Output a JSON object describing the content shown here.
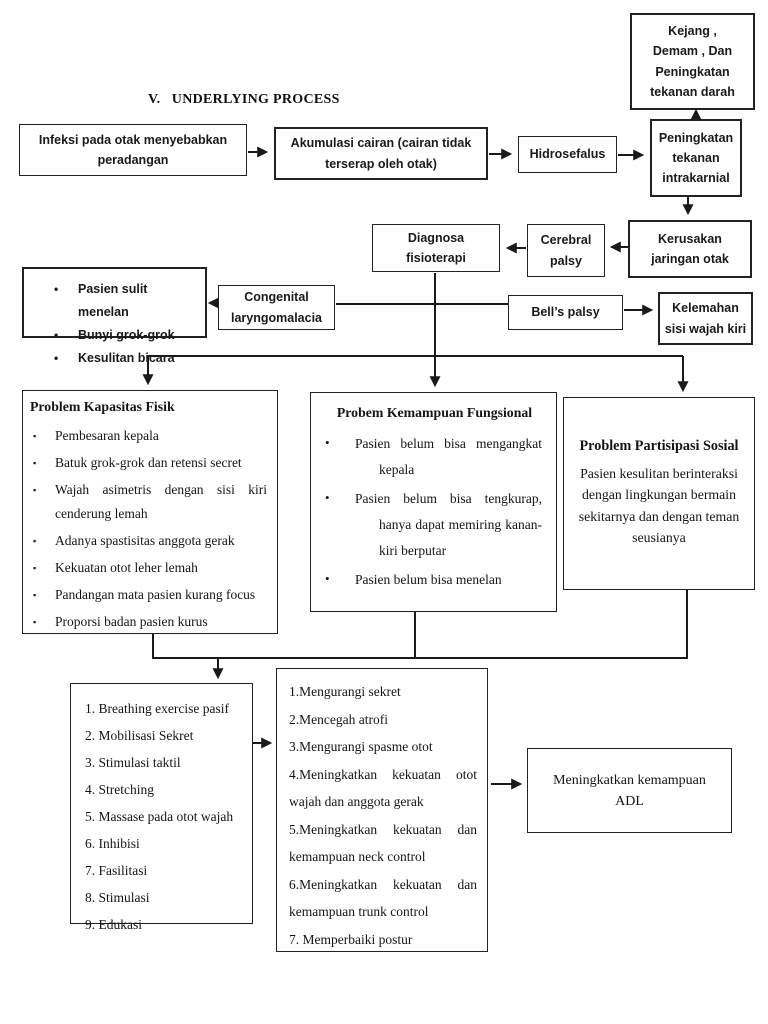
{
  "page": {
    "title": "V.   UNDERLYING PROCESS"
  },
  "markers": {
    "dot": "•",
    "square": "▪"
  },
  "flow": {
    "kejang": "Kejang ,\nDemam , Dan\nPeningkatan\ntekanan darah",
    "infeksi": "Infeksi pada otak menyebabkan\nperadangan",
    "akumulasi": "Akumulasi cairan (cairan tidak\nterserap oleh otak)",
    "hidrosefalus": "Hidrosefalus",
    "peningkatan": "Peningkatan\ntekanan\nintrakarnial",
    "kerusakan": "Kerusakan\njaringan otak",
    "cerebral": "Cerebral\npalsy",
    "diagnosa": "Diagnosa\nfisioterapi",
    "congenital": "Congenital\nlaryngomalacia",
    "bells": "Bell’s palsy",
    "kelemahan": "Kelemahan\nsisi wajah kiri"
  },
  "symptoms": {
    "items": [
      "Pasien sulit menelan",
      "Bunyi grok-grok",
      "Kesulitan bicara"
    ]
  },
  "problems": {
    "fisik": {
      "title": "Problem Kapasitas Fisik",
      "items": [
        "Pembesaran kepala",
        "Batuk grok-grok dan retensi secret",
        "Wajah asimetris dengan sisi kiri cenderung lemah",
        "Adanya spastisitas anggota gerak",
        "Kekuatan otot leher lemah",
        "Pandangan mata pasien kurang focus",
        "Proporsi badan pasien kurus"
      ]
    },
    "fungsional": {
      "title": "Probem Kemampuan Fungsional",
      "items": [
        "Pasien belum bisa mengangkat kepala",
        "Pasien belum bisa tengkurap, hanya dapat memiring kanan-kiri berputar",
        "Pasien belum bisa menelan"
      ]
    },
    "sosial": {
      "title": "Problem Partisipasi Sosial",
      "body": "Pasien kesulitan berinteraksi dengan lingkungan bermain sekitarnya dan dengan teman seusianya"
    }
  },
  "interventions": {
    "items": [
      "1. Breathing exercise pasif",
      "2. Mobilisasi Sekret",
      "3. Stimulasi taktil",
      "4. Stretching",
      "5. Massase pada otot wajah",
      "6. Inhibisi",
      "7. Fasilitasi",
      "8. Stimulasi",
      "9. Edukasi"
    ]
  },
  "goals": {
    "items": [
      "1.Mengurangi sekret",
      "2.Mencegah atrofi",
      "3.Mengurangi spasme otot",
      "4.Meningkatkan kekuatan otot wajah dan anggota gerak",
      "5.Meningkatkan kekuatan dan kemampuan neck control",
      "6.Meningkatkan kekuatan dan kemampuan trunk control",
      "7. Memperbaiki postur"
    ]
  },
  "outcome": {
    "text": "Meningkatkan kemampuan\nADL"
  }
}
